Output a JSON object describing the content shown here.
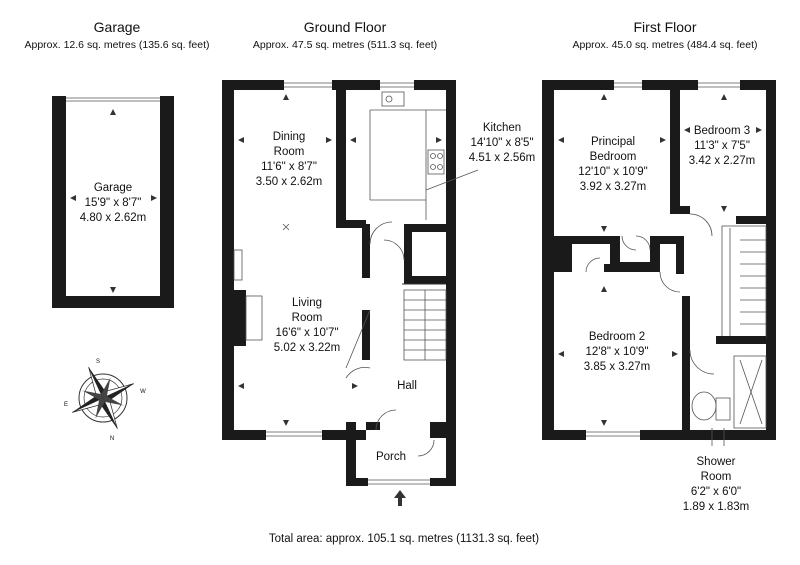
{
  "floors": {
    "garage": {
      "title": "Garage",
      "area": "Approx. 12.6 sq. metres (135.6 sq. feet)"
    },
    "ground": {
      "title": "Ground Floor",
      "area": "Approx. 47.5 sq. metres (511.3 sq. feet)"
    },
    "first": {
      "title": "First Floor",
      "area": "Approx. 45.0 sq. metres (484.4 sq. feet)"
    }
  },
  "rooms": {
    "garage": {
      "name": "Garage",
      "imperial": "15'9\" x 8'7\"",
      "metric": "4.80 x 2.62m"
    },
    "dining": {
      "name1": "Dining",
      "name2": "Room",
      "imperial": "11'6\" x 8'7\"",
      "metric": "3.50 x 2.62m"
    },
    "kitchen": {
      "name": "Kitchen",
      "imperial": "14'10\" x 8'5\"",
      "metric": "4.51 x 2.56m"
    },
    "living": {
      "name1": "Living",
      "name2": "Room",
      "imperial": "16'6\" x 10'7\"",
      "metric": "5.02 x 3.22m"
    },
    "hall": {
      "name": "Hall"
    },
    "porch": {
      "name": "Porch"
    },
    "principal": {
      "name1": "Principal",
      "name2": "Bedroom",
      "imperial": "12'10\" x 10'9\"",
      "metric": "3.92 x 3.27m"
    },
    "bedroom3": {
      "name": "Bedroom 3",
      "imperial": "11'3\" x 7'5\"",
      "metric": "3.42 x 2.27m"
    },
    "bedroom2": {
      "name": "Bedroom 2",
      "imperial": "12'8\" x 10'9\"",
      "metric": "3.85 x 3.27m"
    },
    "shower": {
      "name1": "Shower",
      "name2": "Room",
      "imperial": "6'2\" x 6'0\"",
      "metric": "1.89 x 1.83m"
    }
  },
  "compass": {
    "n": "N",
    "s": "S",
    "e": "E",
    "w": "W"
  },
  "total_area": "Total area: approx. 105.1 sq. metres (1131.3 sq. feet)"
}
